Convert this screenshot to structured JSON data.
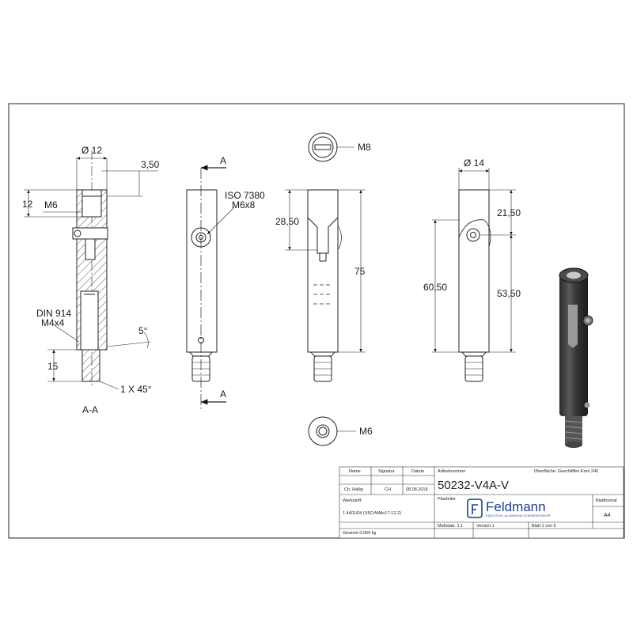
{
  "views": {
    "section": {
      "caption": "A-A",
      "dia": "Ø 12",
      "thread_depth": "3,50",
      "top_len": "12",
      "thread": "M6",
      "set_screw_std": "DIN 914",
      "set_screw_size": "M4x4",
      "angle": "5°",
      "pin_len": "15",
      "chamfer": "1 X 45°"
    },
    "front": {
      "cut_letter_top": "A",
      "cut_letter_bottom": "A",
      "pin_std": "ISO 7380",
      "pin_size": "M6x8"
    },
    "side": {
      "top_thread": "M8",
      "slot_len": "28,50",
      "total_len": "75",
      "bottom_thread": "M6"
    },
    "rear": {
      "dia": "Ø 14",
      "d1": "21,50",
      "d2": "60,50",
      "d3": "53,50"
    }
  },
  "title_block": {
    "col_name": "Name",
    "col_signature": "Signatur",
    "col_date": "Datum",
    "checked_name": "Ch. Hallig",
    "checked_sig": "CH",
    "checked_date": "08.08.2018",
    "material_label": "Werkstoff:",
    "material_value": "1.4401/04 (X5CrNiMo17-12-2)",
    "weight": "Gewicht 0,069 kg",
    "article_label": "Artikelnummer",
    "article_number": "50232-V4A-V",
    "surface": "Oberfläche:  Geschliffen Korn 240",
    "drawing_label": "Planteiler",
    "scale": "Maßstab: 1:1",
    "version": "Version:1",
    "sheet": "Blatt 1 von 5",
    "format_label": "Blattformat",
    "format_value": "A4",
    "brand_name": "Feldmann",
    "brand_tagline": "EDELSTAHL-ALUMINIUM-SCHMIEDEDEKOR"
  }
}
